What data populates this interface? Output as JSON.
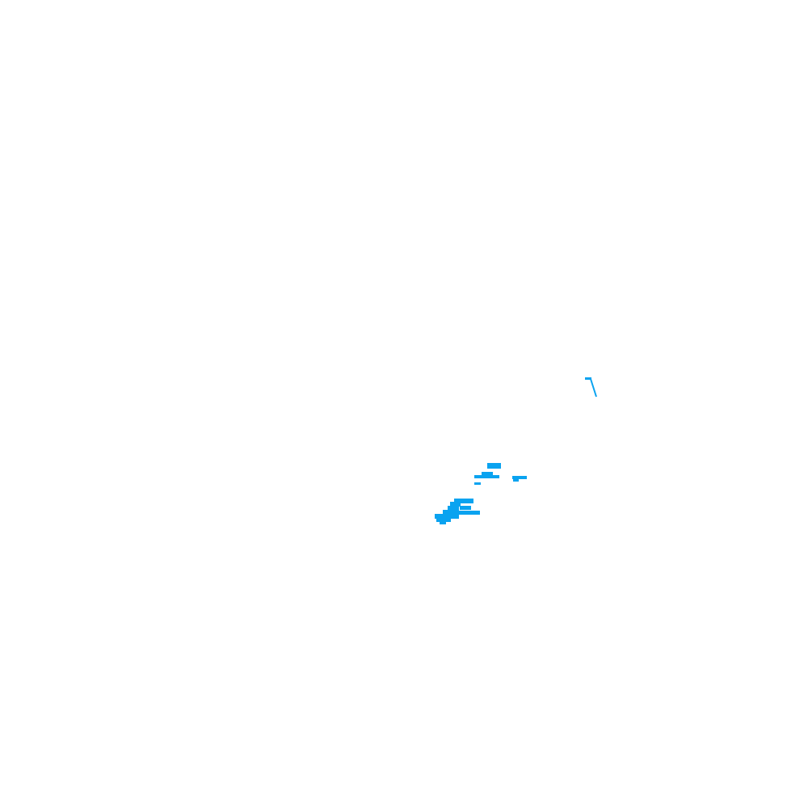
{
  "map": {
    "background_color": "#ffffff",
    "feature_color": "#0aa3f0",
    "features": [
      {
        "name": "water-feature-main-cluster"
      },
      {
        "name": "water-feature-mid-patches"
      },
      {
        "name": "water-feature-upper-stream"
      }
    ]
  }
}
